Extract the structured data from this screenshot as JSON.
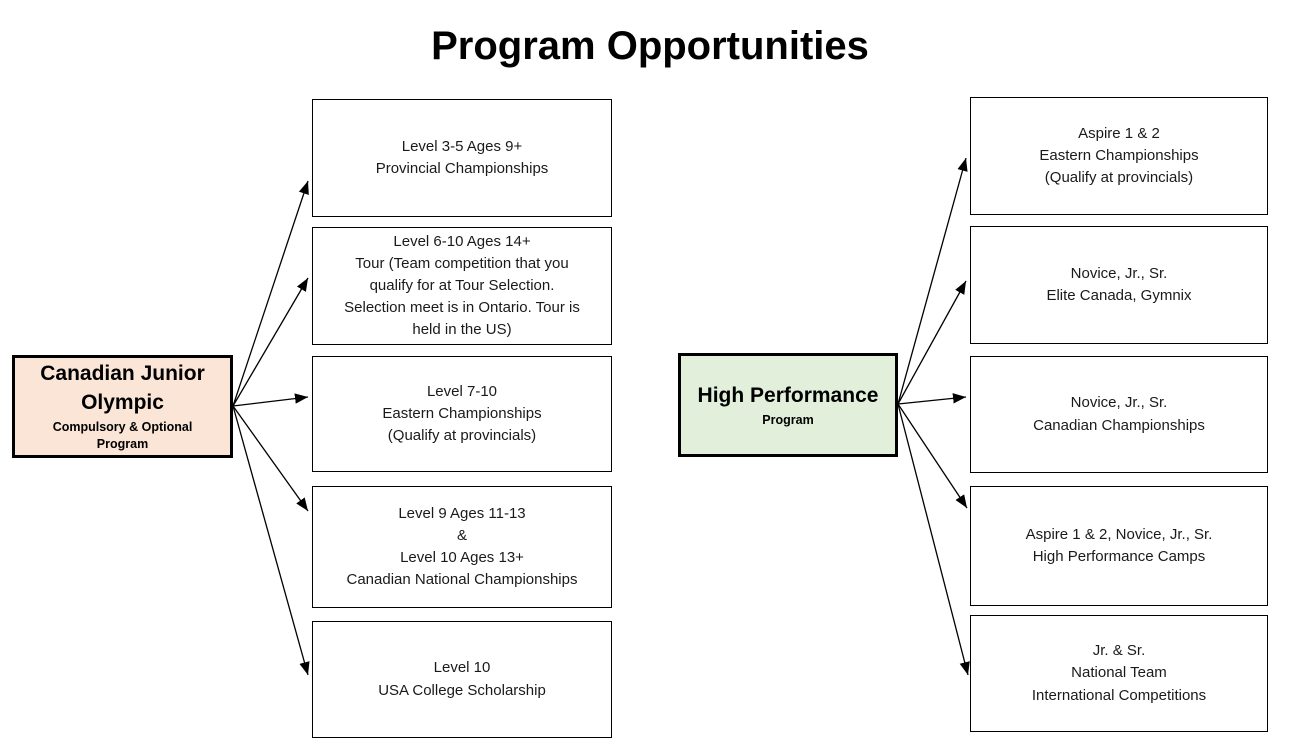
{
  "title": "Program Opportunities",
  "colors": {
    "cjo_fill": "#FBE5D6",
    "hp_fill": "#E2EFDA",
    "item_fill": "#FFFFFF",
    "border": "#000000"
  },
  "cjo": {
    "name": "Canadian Junior\nOlympic",
    "subtitle": "Compulsory & Optional\nProgram",
    "items": [
      {
        "text": "Level 3-5 Ages 9+\nProvincial Championships"
      },
      {
        "text": "Level 6-10 Ages 14+\nTour (Team competition that you\nqualify for at Tour Selection.\nSelection meet is in Ontario. Tour is\nheld in the US)"
      },
      {
        "text": "Level 7-10\nEastern Championships\n(Qualify at provincials)"
      },
      {
        "text": "Level 9 Ages 11-13\n&\nLevel 10 Ages 13+\nCanadian National Championships"
      },
      {
        "text": "Level 10\nUSA College Scholarship"
      }
    ]
  },
  "hp": {
    "name": "High Performance",
    "subtitle": "Program",
    "items": [
      {
        "text": "Aspire 1 & 2\nEastern Championships\n(Qualify at provincials)"
      },
      {
        "text": "Novice, Jr., Sr.\nElite Canada, Gymnix"
      },
      {
        "text": "Novice, Jr., Sr.\nCanadian Championships"
      },
      {
        "text": "Aspire 1 & 2, Novice, Jr., Sr.\nHigh Performance Camps"
      },
      {
        "text": "Jr. & Sr.\nNational Team\nInternational Competitions"
      }
    ]
  }
}
